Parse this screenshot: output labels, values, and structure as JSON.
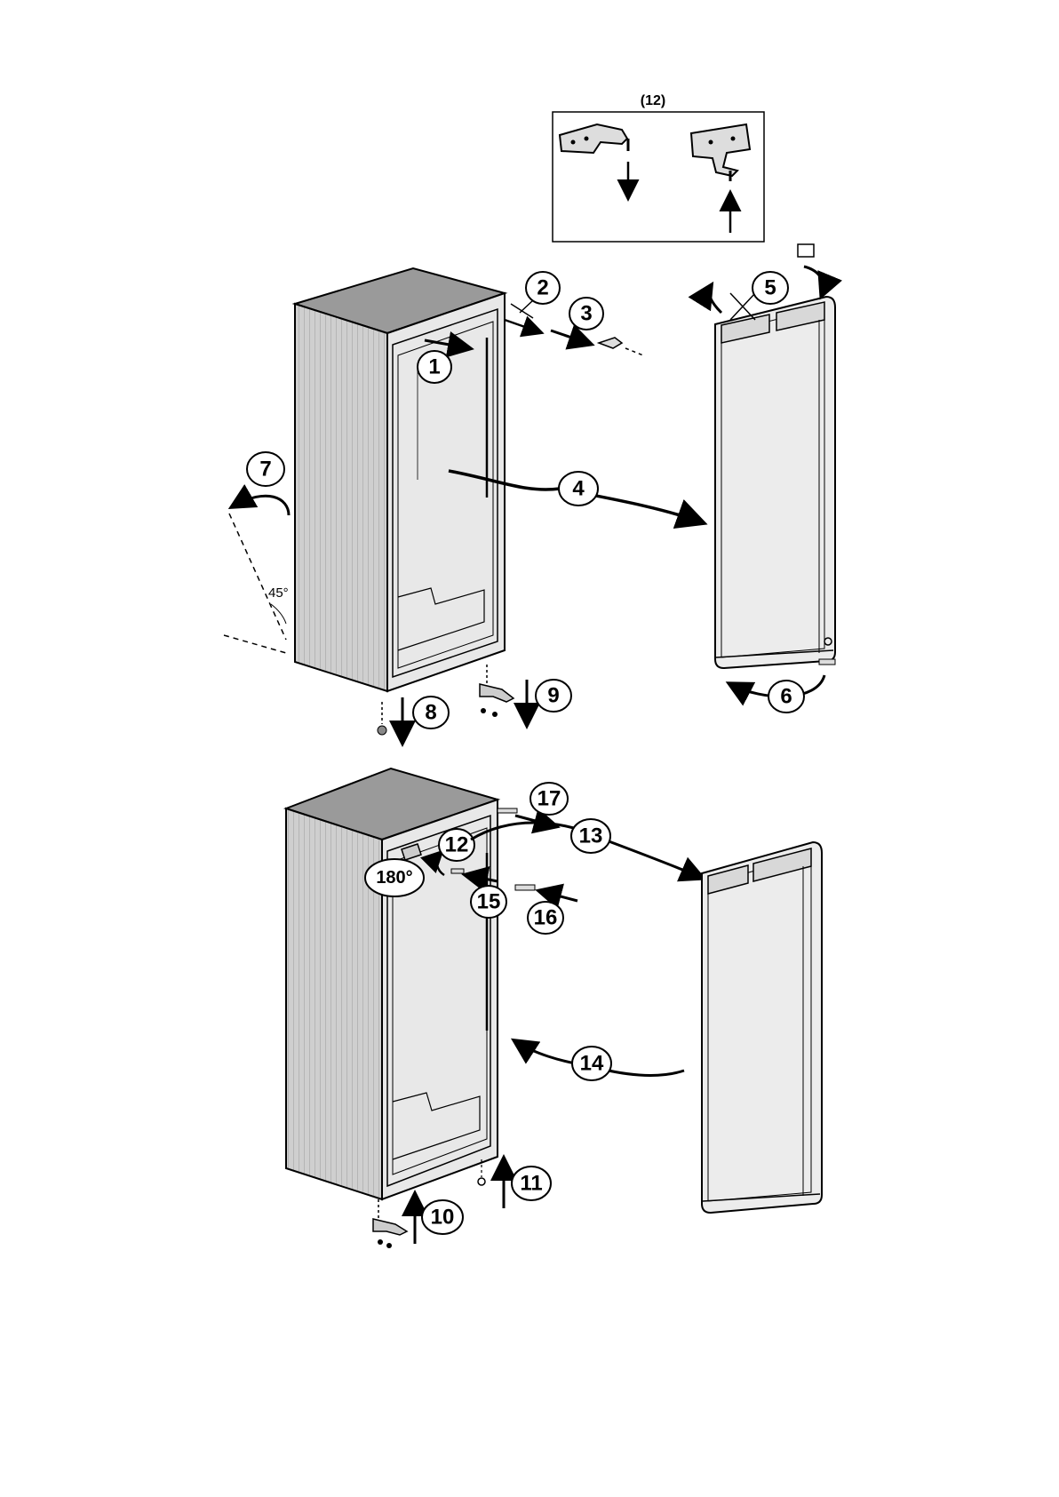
{
  "inset": {
    "caption": "(12)"
  },
  "angle_label": "45°",
  "rotation_label": "180°",
  "steps": [
    "1",
    "2",
    "3",
    "4",
    "5",
    "6",
    "7",
    "8",
    "9",
    "10",
    "11",
    "12",
    "13",
    "14",
    "15",
    "16",
    "17"
  ],
  "colors": {
    "line": "#000000",
    "panel": "#c8c8c8",
    "panel_dark": "#8c8c8c",
    "door": "#e9e9e9",
    "background": "#ffffff"
  }
}
